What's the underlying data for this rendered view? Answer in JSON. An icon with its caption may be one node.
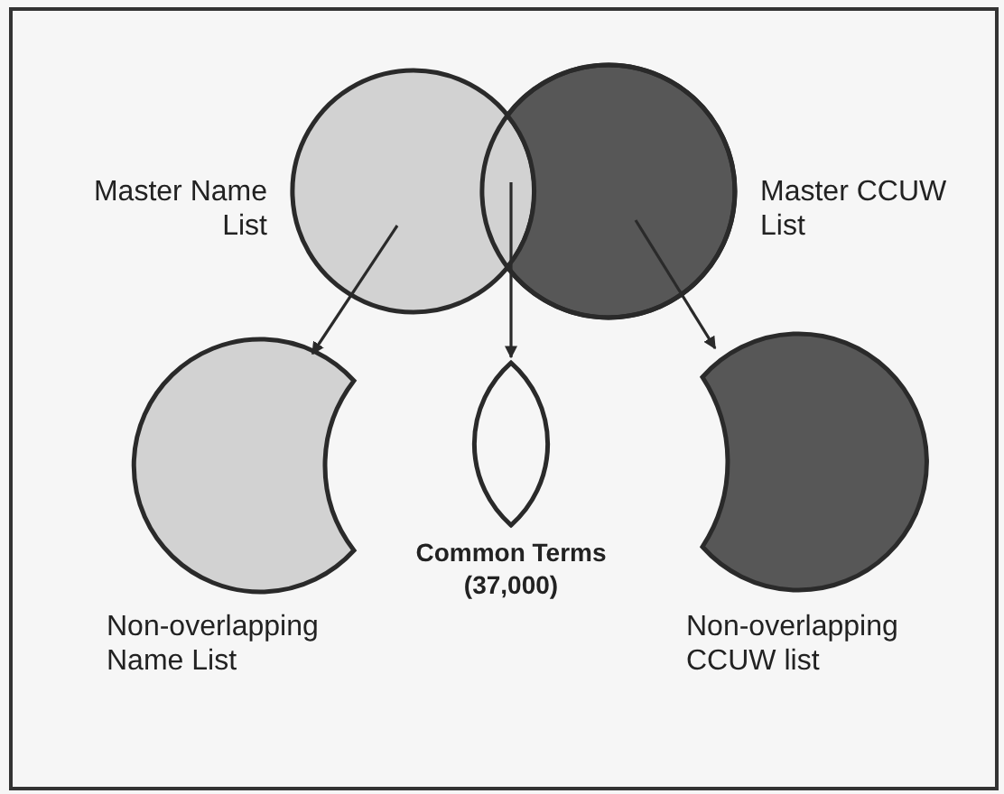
{
  "diagram": {
    "nodes": [
      {
        "text": [
          "Master Name List"
        ]
      },
      {
        "text": [
          "Master CCUW List"
        ]
      },
      {
        "text": [
          "Non-overlapping Name List"
        ]
      },
      {
        "text": [
          "Common Terms (37,000)"
        ]
      },
      {
        "text": [
          "Non-overlapping CCUW list"
        ]
      }
    ],
    "edges": [
      {
        "from": 0,
        "to": 2,
        "arrow": "to"
      },
      {
        "from": 0,
        "to": 3,
        "arrow": "to"
      },
      {
        "from": 1,
        "to": 3,
        "arrow": "to"
      },
      {
        "from": 1,
        "to": 4,
        "arrow": "to"
      }
    ]
  }
}
